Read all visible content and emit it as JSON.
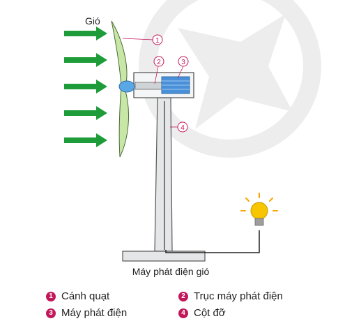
{
  "wind_label": "Gió",
  "caption": "Máy phát điện gió",
  "callouts": [
    {
      "num": "1",
      "label": "Cánh quạt"
    },
    {
      "num": "2",
      "label": "Trục máy phát điện"
    },
    {
      "num": "3",
      "label": "Máy phát điện"
    },
    {
      "num": "4",
      "label": "Cột đỡ"
    }
  ],
  "colors": {
    "accent": "#c2185b",
    "arrow": "#1e9c3a",
    "tower": "#d8dadb",
    "generator": "#4a90d9",
    "hub": "#5aa7e6",
    "bulb": "#f7c600",
    "blade": "#c8e6a6"
  }
}
